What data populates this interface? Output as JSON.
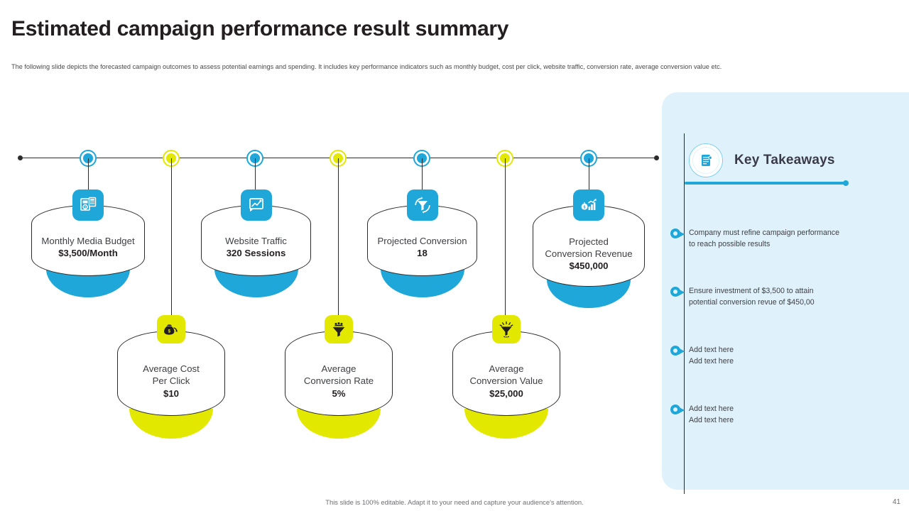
{
  "slide": {
    "title": "Estimated campaign performance result summary",
    "subtitle": "The following slide depicts the forecasted campaign outcomes to assess potential earnings and spending. It includes key performance indicators such as monthly budget, cost per click, website traffic, conversion rate, average conversion value etc.",
    "footer": "This slide is 100% editable. Adapt it to your need and capture your audience's attention.",
    "page_number": "41"
  },
  "colors": {
    "blue": "#1ea7d8",
    "yellow": "#e3e800",
    "panel_bg": "#dff1fb",
    "ink": "#2b2b2b",
    "text": "#3f4045"
  },
  "metrics_top": [
    {
      "label": "Monthly Media Budget",
      "value": "$3,500/Month",
      "icon": "invoice-icon",
      "accent": "blue"
    },
    {
      "label": "Website Traffic",
      "value": "320 Sessions",
      "icon": "traffic-chart-icon",
      "accent": "blue"
    },
    {
      "label": "Projected Conversion",
      "value": "18",
      "icon": "conversion-funnel-icon",
      "accent": "blue"
    },
    {
      "label": "Projected\nConversion Revenue",
      "value": "$450,000",
      "icon": "revenue-growth-icon",
      "accent": "blue"
    }
  ],
  "metrics_bottom": [
    {
      "label": "Average Cost\nPer Click",
      "value": "$10",
      "icon": "money-bag-icon",
      "accent": "yellow"
    },
    {
      "label": "Average\nConversion Rate",
      "value": "5%",
      "icon": "audience-funnel-icon",
      "accent": "yellow"
    },
    {
      "label": "Average\nConversion Value",
      "value": "$25,000",
      "icon": "value-funnel-icon",
      "accent": "yellow"
    }
  ],
  "key_takeaways": {
    "title": "Key Takeaways",
    "icon": "document-list-icon",
    "items": [
      {
        "line1": "Company must refine campaign performance",
        "line2": "to reach possible results"
      },
      {
        "line1": "Ensure investment of $3,500 to attain",
        "line2": "potential conversion revue of $450,00"
      },
      {
        "line1": "Add text here",
        "line2": "Add text here"
      },
      {
        "line1": "Add text here",
        "line2": "Add text here"
      }
    ]
  },
  "timeline": {
    "nodes": [
      {
        "accent": "blue"
      },
      {
        "accent": "yellow"
      },
      {
        "accent": "blue"
      },
      {
        "accent": "yellow"
      },
      {
        "accent": "blue"
      },
      {
        "accent": "yellow"
      },
      {
        "accent": "blue"
      }
    ]
  }
}
